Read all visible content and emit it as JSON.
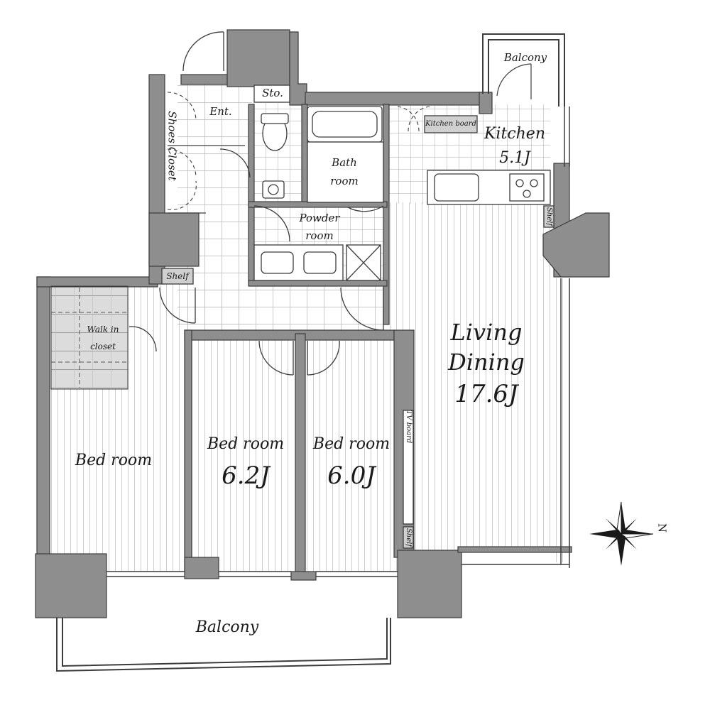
{
  "rooms": {
    "living_dining": {
      "name_line1": "Living",
      "name_line2": "Dining",
      "size": "17.6J"
    },
    "kitchen": {
      "name": "Kitchen",
      "size": "5.1J"
    },
    "bedroom_left": {
      "name": "Bed room"
    },
    "bedroom_middle": {
      "name": "Bed room",
      "size": "6.2J"
    },
    "bedroom_right": {
      "name": "Bed room",
      "size": "6.0J"
    },
    "bathroom": {
      "name_line1": "Bath",
      "name_line2": "room"
    },
    "powder_room": {
      "name_line1": "Powder",
      "name_line2": "room"
    },
    "walk_in_closet": {
      "name_line1": "Walk in",
      "name_line2": "closet"
    },
    "entrance": {
      "name": "Ent."
    },
    "storage": {
      "name": "Sto."
    },
    "shoes_closet": {
      "name": "Shoes Closet"
    },
    "shelf_hall": {
      "name": "Shelf"
    },
    "shelf_kitchen": {
      "name": "Shelf"
    },
    "shelf_tv": {
      "name": "Shelf"
    },
    "kitchen_board": {
      "name": "Kitchen board"
    },
    "tv_board": {
      "name": "TV board"
    },
    "balcony_main": {
      "name": "Balcony"
    },
    "balcony_kitchen": {
      "name": "Balcony"
    }
  },
  "compass": {
    "label": "N"
  },
  "colors": {
    "wall": "#8e8e8e",
    "wall_edge": "#3c3c3c",
    "floor_lines": "#c9c9c9",
    "tile": "#a8a8a8"
  }
}
